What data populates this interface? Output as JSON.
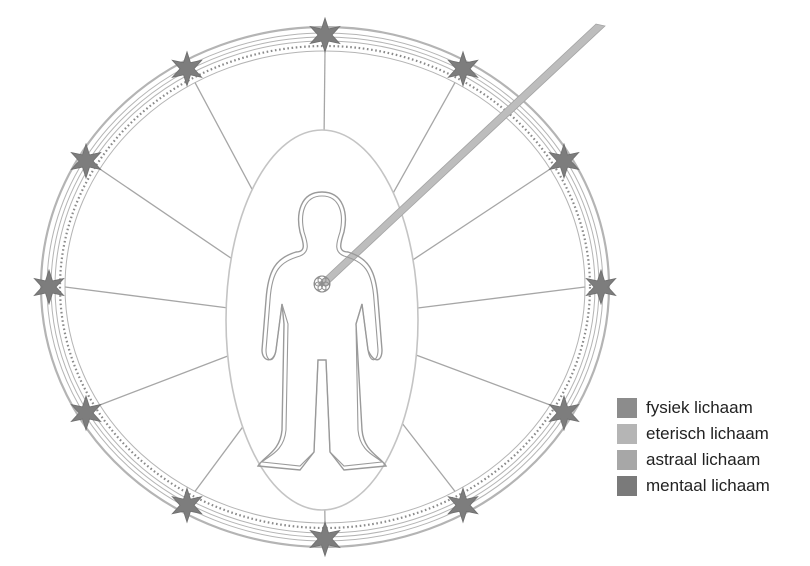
{
  "colors": {
    "rim": "#b4b4b4",
    "rim_dark": "#8a8a8a",
    "star": "#7d7d7d",
    "spoke": "#a6a6a6",
    "aura": "#c4c4c4",
    "figure": "#9a9a9a",
    "beam": "#a8a8a8"
  },
  "legend": {
    "items": [
      {
        "label": "fysiek lichaam",
        "color": "#8c8c8c"
      },
      {
        "label": "eterisch lichaam",
        "color": "#b5b5b5"
      },
      {
        "label": "astraal lichaam",
        "color": "#a7a7a7"
      },
      {
        "label": "mentaal lichaam",
        "color": "#7a7a7a"
      }
    ]
  },
  "diagram": {
    "spoke_count": 12,
    "star_count": 12,
    "star_icon": "six-point-star-icon",
    "figure_icon": "human-figure-icon",
    "heart_icon": "heart-flower-icon"
  }
}
